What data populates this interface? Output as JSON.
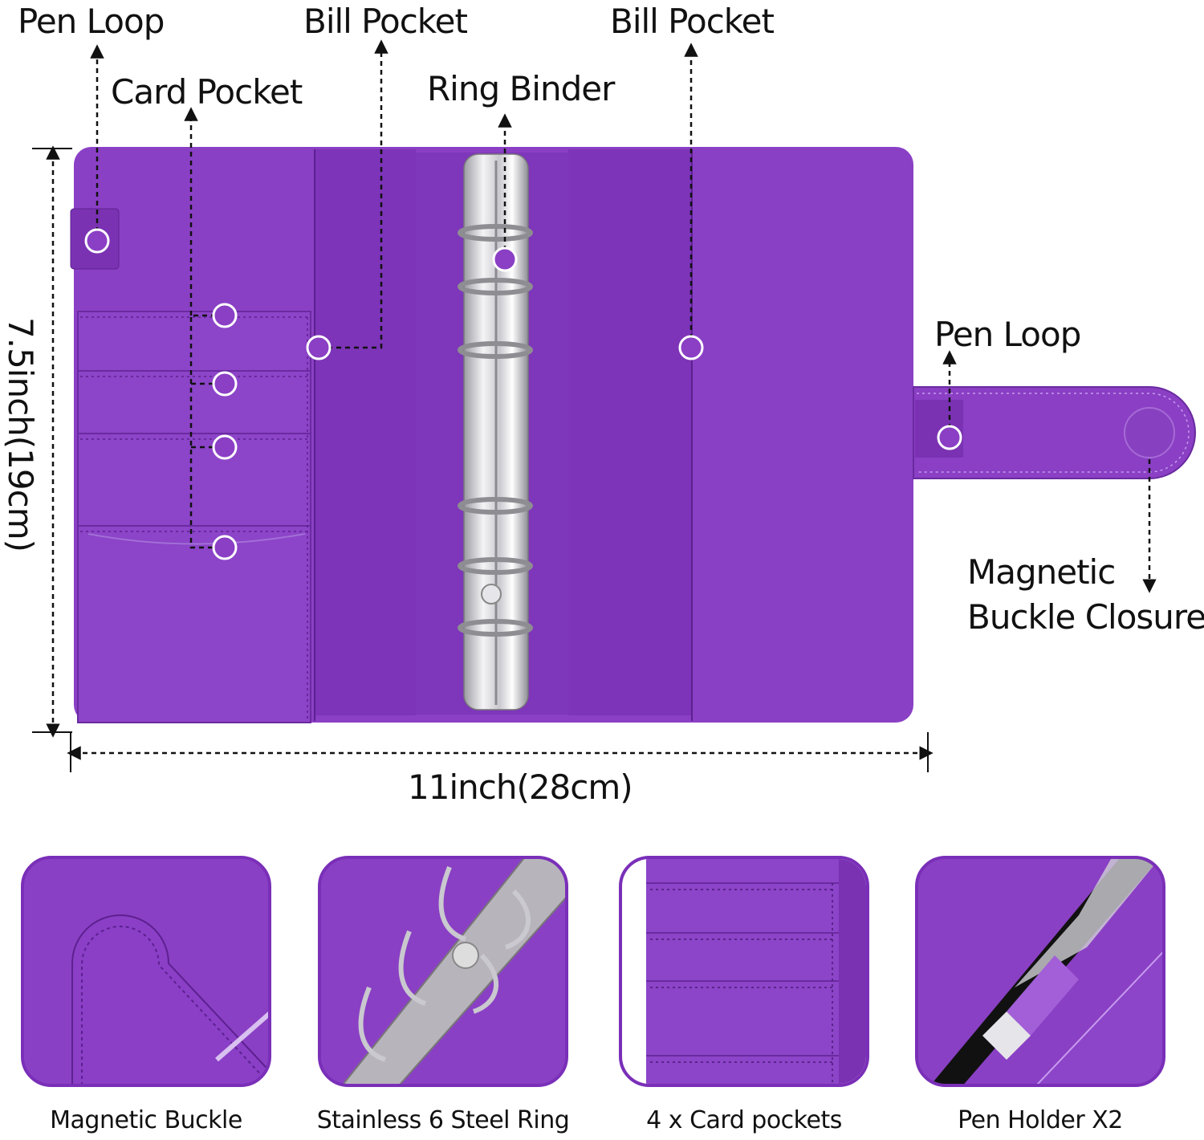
{
  "callouts": {
    "pen_loop_top": "Pen  Loop",
    "card_pocket": "Card Pocket",
    "bill_pocket_left": "Bill Pocket",
    "ring_binder": "Ring Binder",
    "bill_pocket_right": "Bill Pocket",
    "pen_loop_right": "Pen  Loop",
    "magnetic_closure_line1": "Magnetic",
    "magnetic_closure_line2": "Buckle Closure"
  },
  "dimensions": {
    "height": "7.5inch(19cm)",
    "width": "11inch(28cm)"
  },
  "features": [
    {
      "caption": "Magnetic Buckle",
      "icon": "magnetic-buckle-closeup"
    },
    {
      "caption": "Stainless 6 Steel Ring",
      "icon": "steel-ring-closeup"
    },
    {
      "caption": "4 x Card pockets",
      "icon": "card-pockets-closeup"
    },
    {
      "caption": "Pen Holder X2",
      "icon": "pen-holder-closeup"
    }
  ],
  "colors": {
    "binder_purple": "#8a3fc4",
    "dark_purple": "#6f2aa6",
    "marker_fill": "#8a3fc4",
    "marker_ring": "#ffffff",
    "metal": "#d9d9de"
  }
}
